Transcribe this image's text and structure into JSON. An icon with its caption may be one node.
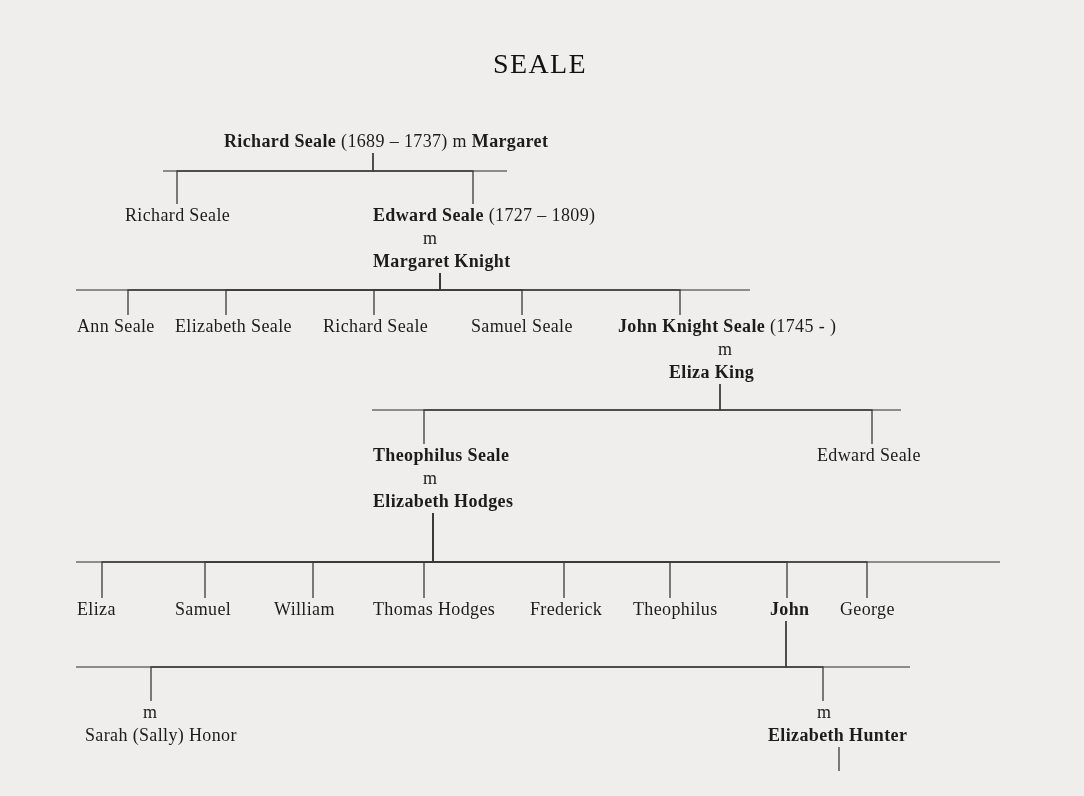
{
  "diagram": {
    "title": "SEALE",
    "nodes": [
      {
        "text": [
          "**Richard Seale** (1689 – 1737) m **Margaret**"
        ]
      },
      {
        "text": [
          "Richard Seale"
        ]
      },
      {
        "text": [
          "**Edward Seale** (1727 – 1809)",
          "m",
          "Margaret Knight"
        ]
      },
      {
        "text": [
          "Ann Seale"
        ]
      },
      {
        "text": [
          "Elizabeth Seale"
        ]
      },
      {
        "text": [
          "Richard Seale"
        ]
      },
      {
        "text": [
          "Samuel Seale"
        ]
      },
      {
        "text": [
          "**John Knight Seale** (1745 - )",
          "m",
          "Eliza King"
        ]
      },
      {
        "text": [
          "Theophilus Seale",
          "m",
          "Elizabeth Hodges"
        ]
      },
      {
        "text": [
          "Edward Seale"
        ]
      },
      {
        "text": [
          "Eliza"
        ]
      },
      {
        "text": [
          "Samuel"
        ]
      },
      {
        "text": [
          "William"
        ]
      },
      {
        "text": [
          "Thomas Hodges"
        ]
      },
      {
        "text": [
          "Frederick"
        ]
      },
      {
        "text": [
          "Theophilus"
        ]
      },
      {
        "text": [
          "John"
        ]
      },
      {
        "text": [
          "George"
        ]
      },
      {
        "text": [
          "m",
          "Sarah (Sally) Honor"
        ]
      },
      {
        "text": [
          "m",
          "Elizabeth Hunter"
        ]
      }
    ],
    "edges": [
      {
        "from": 0,
        "to": 1,
        "arrow": "none"
      },
      {
        "from": 0,
        "to": 2,
        "arrow": "none"
      },
      {
        "from": 2,
        "to": 3,
        "arrow": "none"
      },
      {
        "from": 2,
        "to": 4,
        "arrow": "none"
      },
      {
        "from": 2,
        "to": 5,
        "arrow": "none"
      },
      {
        "from": 2,
        "to": 6,
        "arrow": "none"
      },
      {
        "from": 2,
        "to": 7,
        "arrow": "none"
      },
      {
        "from": 7,
        "to": 8,
        "arrow": "none"
      },
      {
        "from": 7,
        "to": 9,
        "arrow": "none"
      },
      {
        "from": 8,
        "to": 10,
        "arrow": "none"
      },
      {
        "from": 8,
        "to": 11,
        "arrow": "none"
      },
      {
        "from": 8,
        "to": 12,
        "arrow": "none"
      },
      {
        "from": 8,
        "to": 13,
        "arrow": "none"
      },
      {
        "from": 8,
        "to": 14,
        "arrow": "none"
      },
      {
        "from": 8,
        "to": 15,
        "arrow": "none"
      },
      {
        "from": 8,
        "to": 16,
        "arrow": "none"
      },
      {
        "from": 8,
        "to": 17,
        "arrow": "none"
      },
      {
        "from": 16,
        "to": 18,
        "arrow": "none"
      },
      {
        "from": 16,
        "to": 19,
        "arrow": "none"
      },
      {
        "from": 19,
        "to": null,
        "arrow": "none"
      }
    ]
  }
}
